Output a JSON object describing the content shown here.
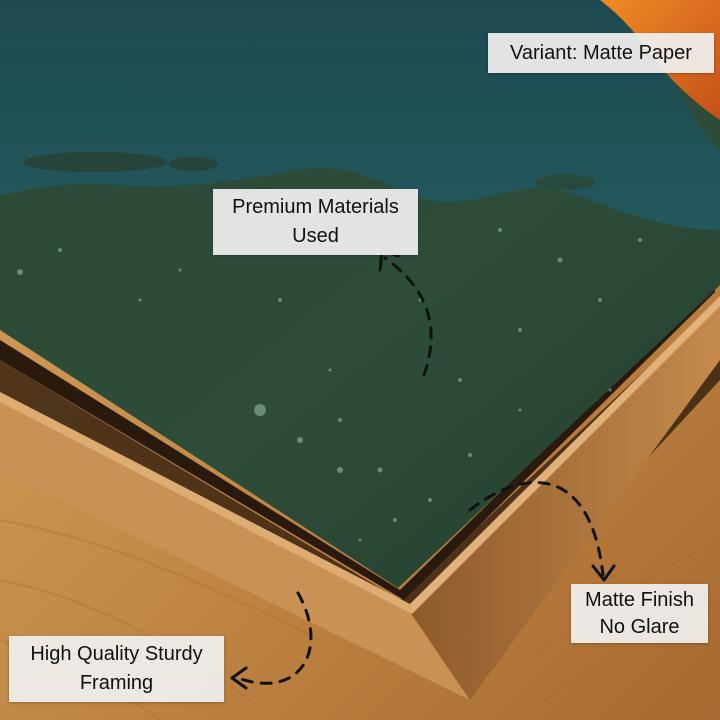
{
  "labels": {
    "variant": "Variant: Matte Paper",
    "premium": [
      "Premium Materials",
      "Used"
    ],
    "matte": [
      "Matte Finish",
      "No Glare"
    ],
    "framing": [
      "High Quality Sturdy",
      "Framing"
    ]
  },
  "colors": {
    "wood_light": "#c98f4d",
    "wood_dark": "#8a5426",
    "print_green": "#2c4a37",
    "print_teal": "#1f5358",
    "sun_orange": "#e1691f",
    "label_bg": "#f0f0ee"
  }
}
